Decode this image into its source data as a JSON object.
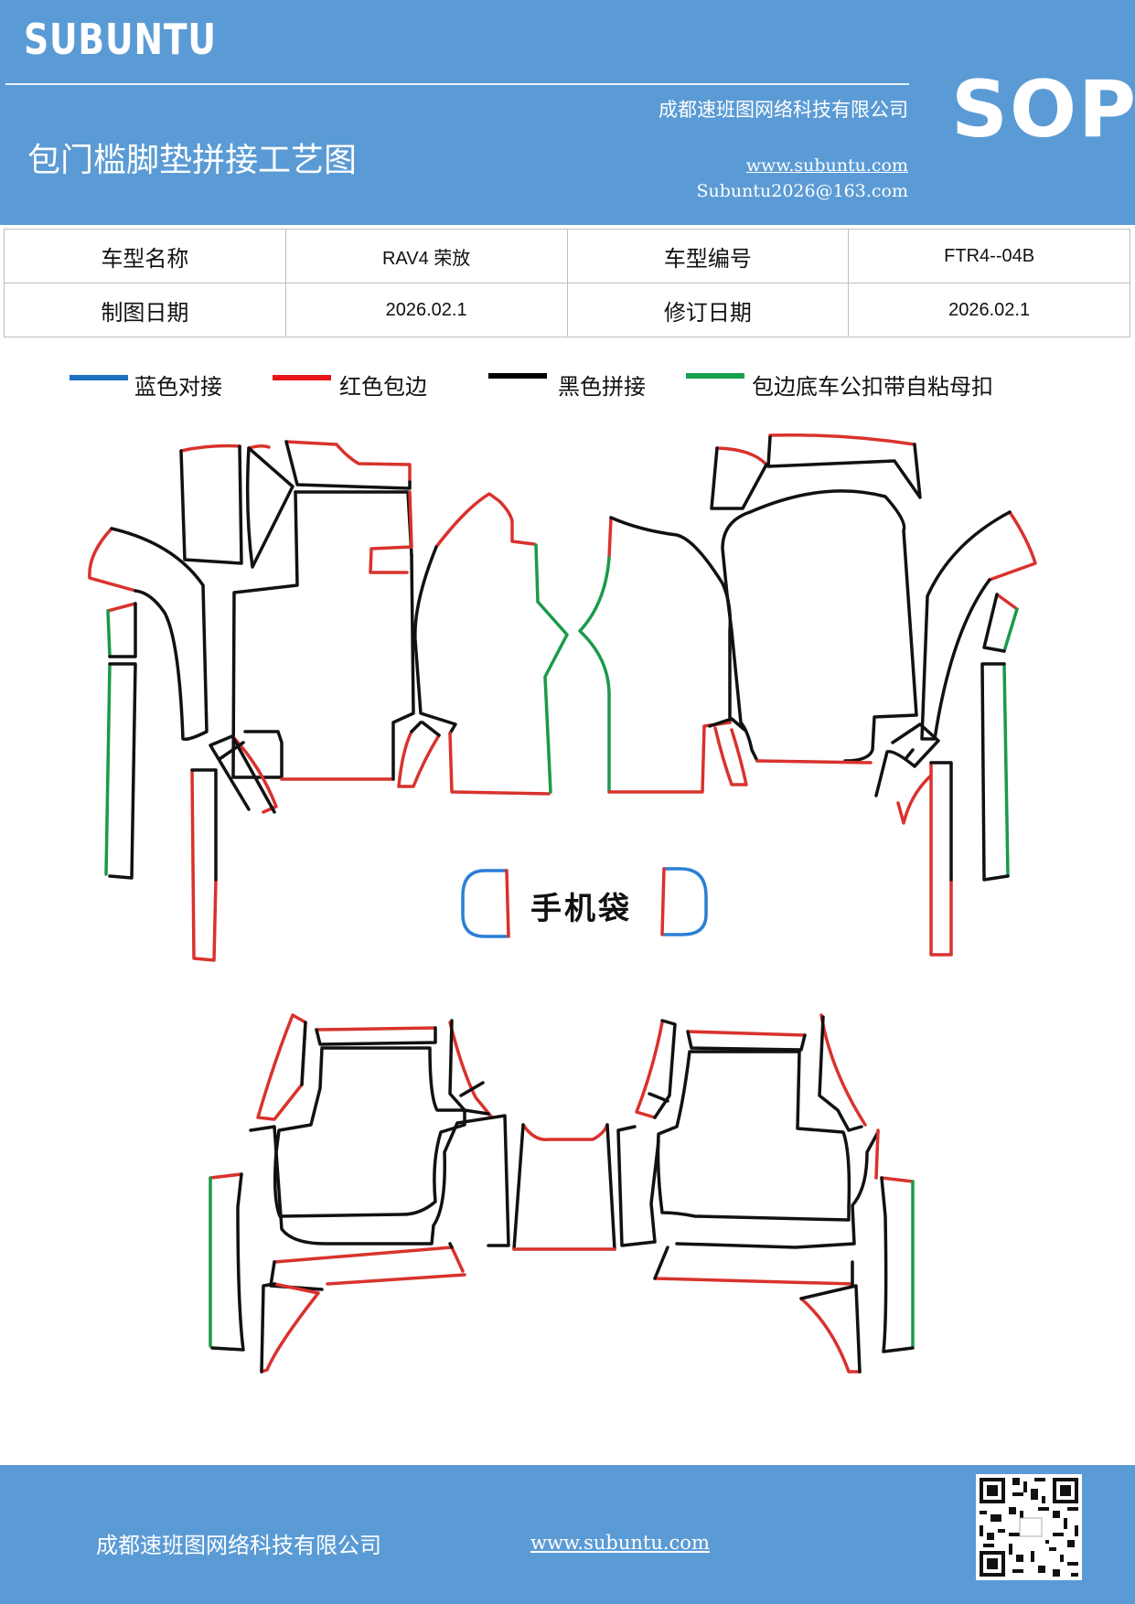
{
  "header": {
    "brand": "SUBUNTU",
    "company": "成都速班图网络科技有限公司",
    "title": "包门槛脚垫拼接工艺图",
    "website": "www.subuntu.com",
    "email": "Subuntu2026@163.com",
    "sop": "SOP"
  },
  "info": {
    "model_name_label": "车型名称",
    "model_name": "RAV4 荣放",
    "model_code_label": "车型编号",
    "model_code": "FTR4--04B",
    "draw_date_label": "制图日期",
    "draw_date": "2026.02.1",
    "revise_date_label": "修订日期",
    "revise_date": "2026.02.1"
  },
  "legend": [
    {
      "label": "蓝色对接",
      "color": "#1e6fbf"
    },
    {
      "label": "红色包边",
      "color": "#e8141c"
    },
    {
      "label": "黑色拼接",
      "color": "#000000"
    },
    {
      "label": "包边底车公扣带自粘母扣",
      "color": "#14a04c"
    }
  ],
  "diagram": {
    "phone_pocket_label": "手机袋"
  },
  "footer": {
    "company": "成都速班图网络科技有限公司",
    "website": "www.subuntu.com"
  },
  "icons": [
    "building-icon",
    "globe-icon",
    "wechat-icon",
    "qr-code"
  ]
}
